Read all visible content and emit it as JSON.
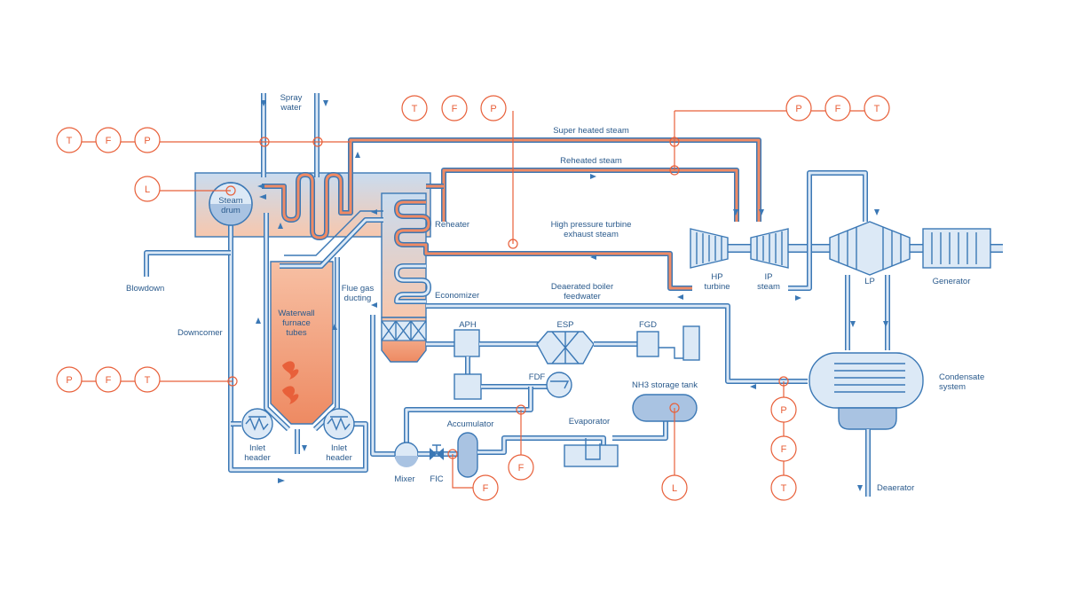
{
  "labels": {
    "spray_water": [
      "Spray",
      "water"
    ],
    "steam_drum": [
      "Steam",
      "drum"
    ],
    "blowdown": "Blowdown",
    "downcomer": "Downcomer",
    "waterwall": [
      "Waterwall",
      "furnace",
      "tubes"
    ],
    "inlet_header_left": [
      "Inlet",
      "header"
    ],
    "inlet_header_right": [
      "Inlet",
      "header"
    ],
    "flue_gas": [
      "Flue gas",
      "ducting"
    ],
    "reheater": "Reheater",
    "economizer": "Economizer",
    "super_heated": "Super heated steam",
    "reheated": "Reheated steam",
    "hp_exhaust": [
      "High pressure turbine",
      "exhaust steam"
    ],
    "deaerated": [
      "Deaerated boiler",
      "feedwater"
    ],
    "hp_turbine": [
      "HP",
      "turbine"
    ],
    "ip_steam": [
      "IP",
      "steam"
    ],
    "lp": "LP",
    "generator": "Generator",
    "condensate": [
      "Condensate",
      "system"
    ],
    "deaerator": "Deaerator",
    "aph": "APH",
    "esp": "ESP",
    "fgd": "FGD",
    "fdf": "FDF",
    "accumulator": "Accumulator",
    "evaporator": "Evaporator",
    "nh3_tank": "NH3 storage tank",
    "mixer": "Mixer",
    "fic": "FIC"
  },
  "instruments": {
    "left_top": [
      "T",
      "F",
      "P"
    ],
    "left_level": "L",
    "left_bottom": [
      "P",
      "F",
      "T"
    ],
    "mid_top": [
      "T",
      "F",
      "P"
    ],
    "right_top": [
      "P",
      "F",
      "T"
    ],
    "right_column": [
      "P",
      "F",
      "T"
    ],
    "accumulator_flow": "F",
    "fdf_flow": "F",
    "tank_level": "L"
  },
  "colors": {
    "pipe": "#3b78b5",
    "water": "#dce9f6",
    "hot_steam": "#f08a64",
    "instrument": "#e8603a",
    "label": "#2a5a8c"
  }
}
